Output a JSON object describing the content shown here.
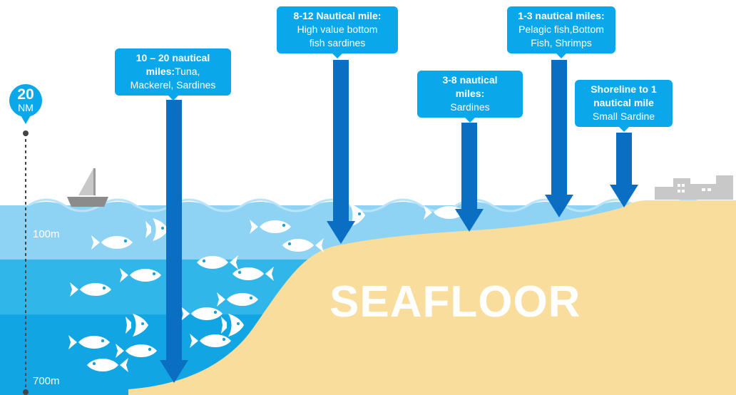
{
  "marker": {
    "value": "20",
    "unit": "NM"
  },
  "depths": {
    "shallow": "100m",
    "deep": "700m"
  },
  "seafloor_label": "SEAFLOOR",
  "zones": [
    {
      "heading": "10 – 20 nautical miles:",
      "heading_a": "10 – 20 nautical",
      "heading_b": "miles:",
      "detail_a": "Tuna,",
      "detail_b": "Mackerel, Sardines"
    },
    {
      "heading": "8-12 Nautical mile:",
      "detail_a": "High value bottom",
      "detail_b": "fish sardines"
    },
    {
      "heading_a": "3-8 nautical",
      "heading_b": "miles:",
      "detail": "Sardines"
    },
    {
      "heading": "1-3 nautical miles:",
      "detail_a": "Pelagic fish,Bottom",
      "detail_b": "Fish, Shrimps"
    },
    {
      "heading_a": "Shoreline to 1",
      "heading_b": "nautical mile",
      "detail": "Small Sardine"
    }
  ],
  "colors": {
    "label_bg": "#0aa8ea",
    "arrow": "#0a6fc2",
    "water_surface": "#8fd3f4",
    "water_mid": "#31b6ea",
    "water_deep": "#11a5e3",
    "sand": "#f9dd9c",
    "buildings": "#c8c8c8"
  }
}
